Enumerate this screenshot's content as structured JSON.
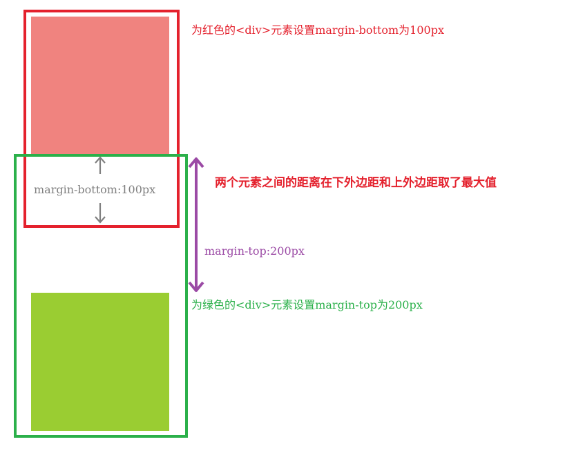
{
  "colors": {
    "red_box_fill": "#f0837f",
    "red_outline": "#e4212d",
    "green_box_fill": "#9acd32",
    "green_outline": "#2bb04a",
    "gray_arrow": "#808080",
    "purple_arrow": "#9b4aa5",
    "red_text": "#e4212d",
    "green_text": "#2bb04a",
    "gray_text": "#808080",
    "purple_text": "#9b4aa5"
  },
  "labels": {
    "red_note": "为红色的<div>元素设置margin-bottom为100px",
    "green_note": "为绿色的<div>元素设置margin-top为200px",
    "margin_bottom": "margin-bottom:100px",
    "margin_top": "margin-top:200px",
    "conclusion": "两个元素之间的距离在下外边距和上外边距取了最大值"
  }
}
